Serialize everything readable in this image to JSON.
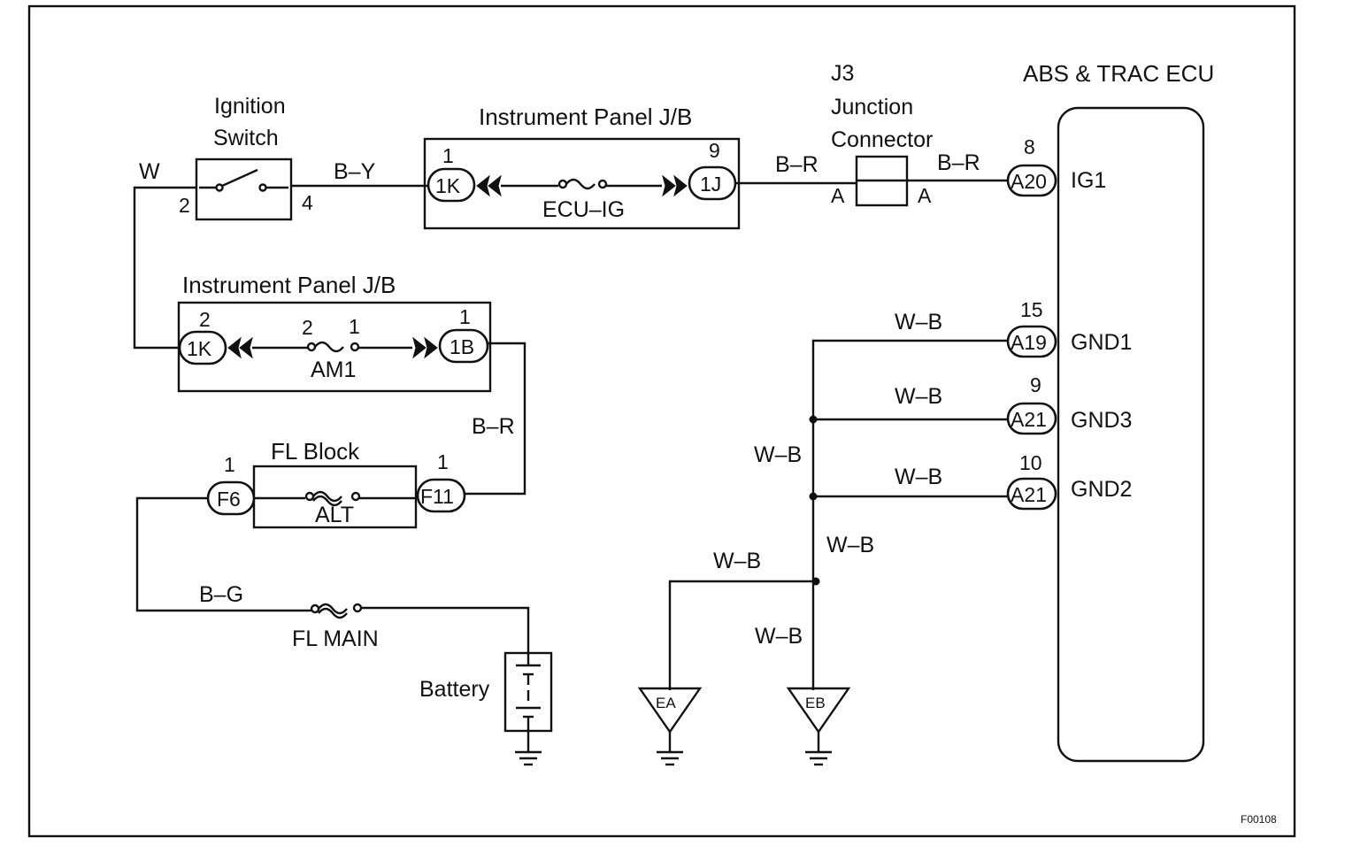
{
  "figure_id": "F00108",
  "components": {
    "ignition_switch": {
      "label_line1": "Ignition",
      "label_line2": "Switch",
      "pin_in": "2",
      "pin_out": "4"
    },
    "ip_jb_upper": {
      "label": "Instrument Panel J/B",
      "left_conn": "1K",
      "left_pin": "1",
      "right_conn": "1J",
      "right_pin": "9",
      "fuse": "ECU–IG"
    },
    "ip_jb_lower": {
      "label": "Instrument Panel J/B",
      "left_conn": "1K",
      "left_pin": "2",
      "right_conn": "1B",
      "right_pin": "1",
      "fuse": "AM1",
      "fuse_pin_left": "2",
      "fuse_pin_right": "1"
    },
    "j3": {
      "line1": "J3",
      "line2": "Junction",
      "line3": "Connector",
      "pin_left": "A",
      "pin_right": "A"
    },
    "ecu": {
      "label": "ABS & TRAC ECU",
      "terminals": [
        {
          "conn": "A20",
          "pin": "8",
          "name": "IG1"
        },
        {
          "conn": "A19",
          "pin": "15",
          "name": "GND1"
        },
        {
          "conn": "A21",
          "pin": "9",
          "name": "GND3"
        },
        {
          "conn": "A21",
          "pin": "10",
          "name": "GND2"
        }
      ]
    },
    "fl_block": {
      "label": "FL Block",
      "left_conn": "F6",
      "left_pin": "1",
      "right_conn": "F11",
      "right_pin": "1",
      "fuse": "ALT"
    },
    "fl_main": {
      "label": "FL MAIN"
    },
    "battery": {
      "label": "Battery"
    },
    "grounds": {
      "ea": "EA",
      "eb": "EB"
    }
  },
  "wires": {
    "w_ign_in": "W",
    "by_ign_jb": "B–Y",
    "br_jb_j3": "B–R",
    "br_j3_ecu": "B–R",
    "br_fl_jb": "B–R",
    "bg_main": "B–G",
    "wb_gnd1": "W–B",
    "wb_gnd3": "W–B",
    "wb_gnd2": "W–B",
    "wb_trunk_upper": "W–B",
    "wb_trunk_mid": "W–B",
    "wb_ea": "W–B",
    "wb_eb": "W–B"
  }
}
